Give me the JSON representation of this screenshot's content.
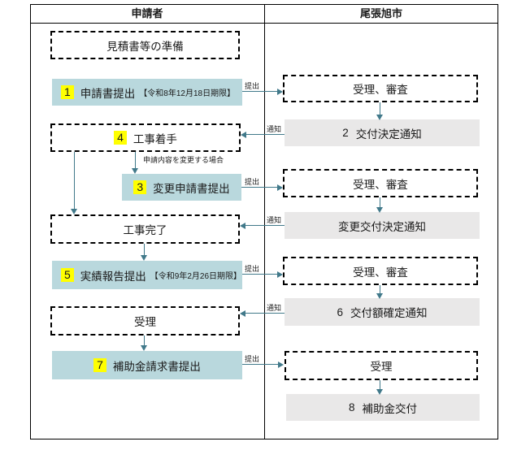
{
  "header": {
    "applicant": "申請者",
    "city": "尾張旭市"
  },
  "applicant": {
    "prepare": {
      "label": "見積書等の準備"
    },
    "step1": {
      "number": "1",
      "label": "申請書提出",
      "deadline": "【令和8年12月18日期限】"
    },
    "step4": {
      "number": "4",
      "label": "工事着手"
    },
    "step3": {
      "number": "3",
      "label": "変更申請書提出"
    },
    "complete": {
      "label": "工事完了"
    },
    "step5": {
      "number": "5",
      "label": "実績報告提出",
      "deadline": "【令和9年2月26日期限】"
    },
    "receipt": {
      "label": "受理"
    },
    "step7": {
      "number": "7",
      "label": "補助金請求書提出"
    }
  },
  "city": {
    "review1": {
      "label": "受理、審査"
    },
    "step2": {
      "number": "2",
      "label": "交付決定通知"
    },
    "review2": {
      "label": "受理、審査"
    },
    "change_notice": {
      "label": "変更交付決定通知"
    },
    "review3": {
      "label": "受理、審査"
    },
    "step6": {
      "number": "6",
      "label": "交付額確定通知"
    },
    "receipt": {
      "label": "受理"
    },
    "step8": {
      "number": "8",
      "label": "補助金交付"
    }
  },
  "arrows": {
    "submit": "提出",
    "notify": "通知",
    "change_condition": "申請内容を変更する場合"
  },
  "colors": {
    "highlight": "#ffff00",
    "teal_box": "#b9d8dd",
    "gray_box": "#e9e8e8",
    "arrow": "#41798a",
    "border": "#000000"
  }
}
